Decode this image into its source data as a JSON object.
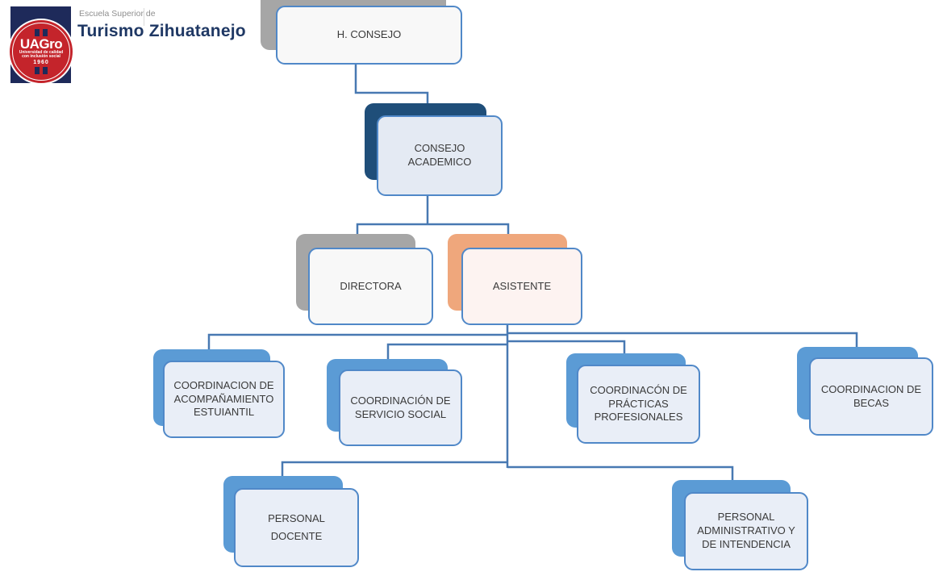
{
  "logo": {
    "seal_text": "UAGro",
    "seal_line1": "Universidad de calidad",
    "seal_line2": "con inclusión social",
    "seal_year": "1960",
    "school_line1": "Escuela Superior de",
    "school_line2": "Turismo Zihuatanejo"
  },
  "org_chart": {
    "type": "org-chart",
    "nodes": [
      {
        "id": "h-consejo",
        "label": "H. CONSEJO",
        "shadow_color": "#A6A6A6",
        "fill_color": "#F8F8F8"
      },
      {
        "id": "consejo-academico",
        "label": "CONSEJO ACADEMICO",
        "shadow_color": "#1F4E79",
        "fill_color": "#E4EAF3"
      },
      {
        "id": "directora",
        "label": "DIRECTORA",
        "shadow_color": "#A6A6A6",
        "fill_color": "#F8F8F8"
      },
      {
        "id": "asistente",
        "label": "ASISTENTE",
        "shadow_color": "#EFA77C",
        "fill_color": "#FDF3F1"
      },
      {
        "id": "coordinacion-acompanamiento",
        "label": "COORDINACION DE ACOMPAÑAMIENTO ESTUIANTIL",
        "shadow_color": "#5B9BD5",
        "fill_color": "#E9EEF7"
      },
      {
        "id": "coordinacion-servicio-social",
        "label": "COORDINACIÓN DE SERVICIO SOCIAL",
        "shadow_color": "#5B9BD5",
        "fill_color": "#E9EEF7"
      },
      {
        "id": "coordinacion-practicas",
        "label": "COORDINACÓN DE PRÁCTICAS PROFESIONALES",
        "shadow_color": "#5B9BD5",
        "fill_color": "#E9EEF7"
      },
      {
        "id": "coordinacion-becas",
        "label": "COORDINACION DE BECAS",
        "shadow_color": "#5B9BD5",
        "fill_color": "#E9EEF7"
      },
      {
        "id": "personal-docente",
        "label": "PERSONAL DOCENTE",
        "shadow_color": "#5B9BD5",
        "fill_color": "#E9EEF7"
      },
      {
        "id": "personal-administrativo",
        "label": "PERSONAL ADMINISTRATIVO Y DE INTENDENCIA",
        "shadow_color": "#5B9BD5",
        "fill_color": "#E9EEF7"
      }
    ],
    "edges": [
      {
        "from": "h-consejo",
        "to": "consejo-academico"
      },
      {
        "from": "consejo-academico",
        "to": "directora"
      },
      {
        "from": "consejo-academico",
        "to": "asistente"
      },
      {
        "from": "asistente",
        "to": "coordinacion-acompanamiento"
      },
      {
        "from": "asistente",
        "to": "coordinacion-servicio-social"
      },
      {
        "from": "asistente",
        "to": "coordinacion-practicas"
      },
      {
        "from": "asistente",
        "to": "coordinacion-becas"
      },
      {
        "from": "asistente",
        "to": "personal-docente"
      },
      {
        "from": "asistente",
        "to": "personal-administrativo"
      }
    ],
    "colors": {
      "box_border": "#5088C8",
      "connector": "#4879B2",
      "shadow_gray": "#A6A6A6",
      "shadow_navy": "#1F4E79",
      "shadow_orange": "#EFA77C",
      "shadow_blue": "#5B9BD5",
      "logo_navy": "#1E2A5A",
      "logo_red": "#C4242B",
      "title_navy": "#1F3864"
    }
  }
}
